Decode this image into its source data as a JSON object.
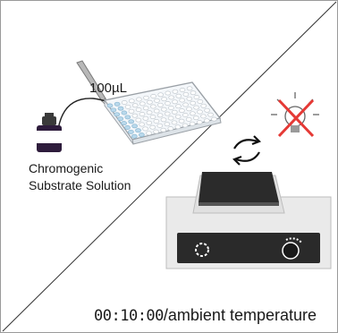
{
  "diagram": {
    "step_volume": "100µL",
    "reagent_line_1": "Chromogenic",
    "reagent_line_2": "Substrate Solution",
    "incubation_time": "00:10:00",
    "incubation_condition": "/ambient temperature"
  },
  "colors": {
    "divider": "#333333",
    "well_fill": "#b9d9ec",
    "no_light": "#e53935",
    "plate_outline": "#8a8a8a",
    "shaker_top": "#2b2b2b",
    "shaker_panel": "#2a2a2a"
  },
  "icons": [
    "pipette-icon",
    "bottle-icon",
    "microplate-icon",
    "rotate-icon",
    "no-light-icon",
    "plate-shaker-icon"
  ]
}
